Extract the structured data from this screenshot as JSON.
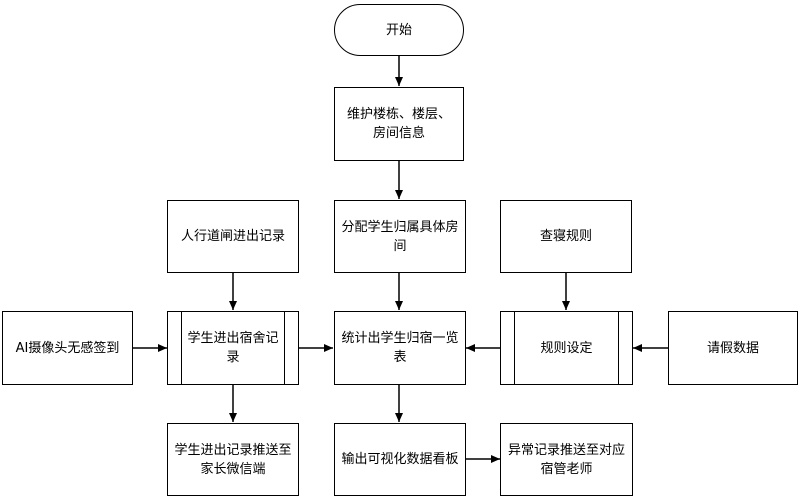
{
  "nodes": {
    "start": "开始",
    "maintain_info": "维护楼栋、楼层、房间信息",
    "assign_room": "分配学生归属具体房间",
    "gate_records": "人行道闸进出记录",
    "check_rules": "查寝规则",
    "ai_checkin": "AI摄像头无感签到",
    "dorm_records": "学生进出宿舍记录",
    "stat_table": "统计出学生归宿一览表",
    "rule_setting": "规则设定",
    "leave_data": "请假数据",
    "push_parents": "学生进出记录推送至家长微信端",
    "visual_board": "输出可视化数据看板",
    "push_teacher": "异常记录推送至对应宿管老师"
  }
}
